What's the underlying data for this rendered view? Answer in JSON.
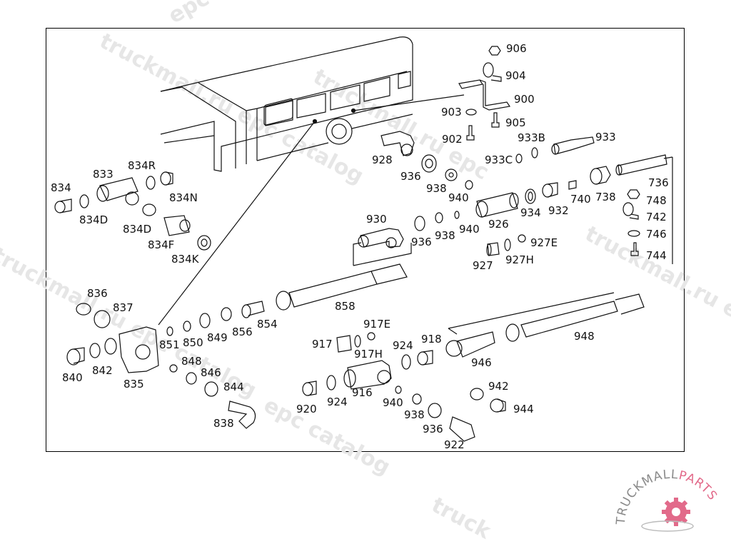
{
  "watermarks": [
    "truckmall.ru epc catalog",
    "epc catalog",
    "truckmall.ru epc",
    "truckmall.ru epc catalog",
    "truckmall.ru e",
    "catalog",
    "epc catalog",
    "truck"
  ],
  "logo": {
    "text_left": "TRUCKMALL",
    "text_right": "PARTS",
    "color_gray": "#8a8a8a",
    "color_pink": "#e26a8a"
  },
  "labels": {
    "p906": "906",
    "p904": "904",
    "p900": "900",
    "p903": "903",
    "p905": "905",
    "p902": "902",
    "p933B": "933B",
    "p933": "933",
    "p928": "928",
    "p933C": "933C",
    "p936a": "936",
    "p938a": "938",
    "p940a": "940",
    "p926": "926",
    "p934": "934",
    "p932": "932",
    "p740": "740",
    "p738": "738",
    "p736": "736",
    "p748": "748",
    "p742": "742",
    "p746": "746",
    "p744": "744",
    "p834": "834",
    "p833": "833",
    "p834R": "834R",
    "p834N": "834N",
    "p834D1": "834D",
    "p834D2": "834D",
    "p834F": "834F",
    "p834K": "834K",
    "p930": "930",
    "p936b": "936",
    "p938b": "938",
    "p940b": "940",
    "p927E": "927E",
    "p927": "927",
    "p927H": "927H",
    "p836": "836",
    "p837": "837",
    "p840": "840",
    "p842": "842",
    "p835": "835",
    "p851": "851",
    "p850": "850",
    "p849": "849",
    "p856": "856",
    "p854": "854",
    "p858": "858",
    "p848": "848",
    "p846": "846",
    "p844": "844",
    "p838": "838",
    "p917E": "917E",
    "p917": "917",
    "p917H": "917H",
    "p924a": "924",
    "p918": "918",
    "p946": "946",
    "p948": "948",
    "p920": "920",
    "p924b": "924",
    "p916": "916",
    "p940c": "940",
    "p938c": "938",
    "p936c": "936",
    "p922": "922",
    "p942": "942",
    "p944": "944"
  }
}
